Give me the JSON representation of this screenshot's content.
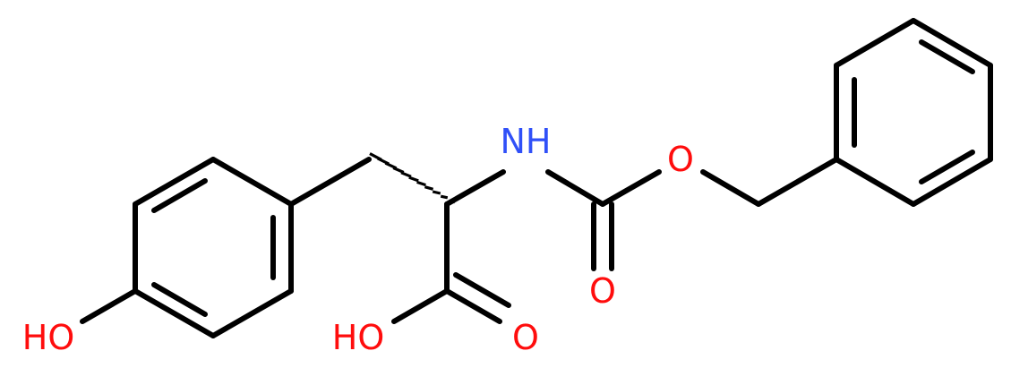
{
  "colors": {
    "bond": "#000000",
    "oxygen": "#ff0d0d",
    "nitrogen": "#3050f8",
    "background": "#ffffff"
  },
  "atoms": {
    "phenol_oh": "HO",
    "amine_nh": "NH",
    "ester_o": "O",
    "carbonyl_o_carbamate": "O",
    "acid_oh": "HO",
    "acid_carbonyl_o": "O"
  }
}
